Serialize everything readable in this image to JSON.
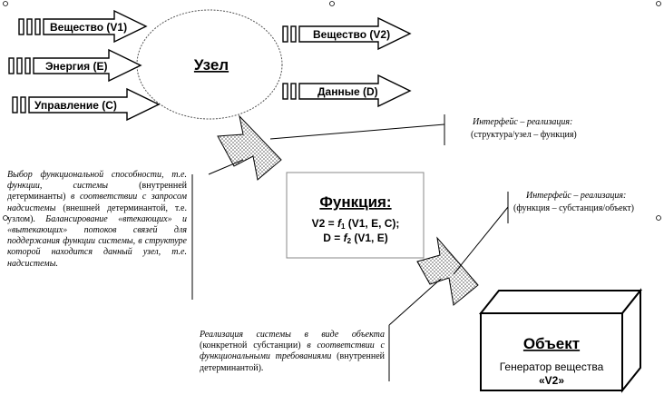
{
  "node": {
    "title": "Узел"
  },
  "inputs": [
    {
      "label": "Вещество (V1)"
    },
    {
      "label": "Энергия (E)"
    },
    {
      "label": "Управление (C)"
    }
  ],
  "outputs": [
    {
      "label": "Вещество (V2)"
    },
    {
      "label": "Данные (D)"
    }
  ],
  "function_box": {
    "title": "Функция:",
    "formula1_prefix": "V2 = ",
    "formula1_f": "f",
    "formula1_sub": "1",
    "formula1_args": " (V1, E, C);",
    "formula2_prefix": "D = ",
    "formula2_f": "f",
    "formula2_sub": "2",
    "formula2_args": " (V1, E)"
  },
  "object_box": {
    "title": "Объект",
    "subtitle_line1": "Генератор вещества",
    "subtitle_line2": "«V2»"
  },
  "interface1": {
    "title": "Интерфейс – реализация:",
    "detail": "(структура/узел – функция)"
  },
  "interface2": {
    "title": "Интерфейс – реализация:",
    "detail": "(функция – субстанция/объект)"
  },
  "left_text": {
    "p1": "Выбор функциональной способности, т.е. функции, системы",
    "p2": " (внутренней детерминанты) ",
    "p3": "в соответствии с запросом надсистемы",
    "p4": " (внешней детерминантой, т.е. узлом). ",
    "p5": "Балансирование «втекающих» и «вытекающих» потоков связей для поддержания функции системы, в структуре которой находится данный узел, т.е. надсистемы."
  },
  "bottom_text": {
    "p1": "Реализация системы в виде объекта",
    "p2": " (конкретной субстанции) ",
    "p3": "в соответствии с функциональными требованиями",
    "p4": " (внутренней детерминантой)."
  }
}
